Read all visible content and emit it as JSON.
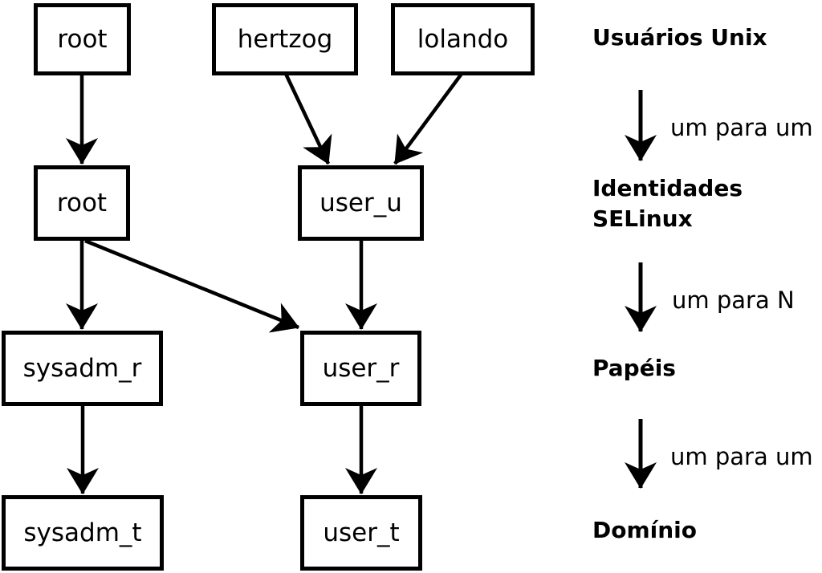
{
  "diagram": {
    "description": "SELinux identity mapping diagram",
    "colors": {
      "line": "#000000",
      "box_fill": "#ffffff",
      "background": "#ffffff",
      "text": "#000000"
    },
    "nodes": [
      {
        "id": "root-unix",
        "label": "root"
      },
      {
        "id": "hertzog",
        "label": "hertzog"
      },
      {
        "id": "lolando",
        "label": "lolando"
      },
      {
        "id": "root-selinux",
        "label": "root"
      },
      {
        "id": "user_u",
        "label": "user_u"
      },
      {
        "id": "sysadm_r",
        "label": "sysadm_r"
      },
      {
        "id": "user_r",
        "label": "user_r"
      },
      {
        "id": "sysadm_t",
        "label": "sysadm_t"
      },
      {
        "id": "user_t",
        "label": "user_t"
      }
    ],
    "edges": [
      {
        "from": "root-unix",
        "to": "root-selinux"
      },
      {
        "from": "hertzog",
        "to": "user_u"
      },
      {
        "from": "lolando",
        "to": "user_u"
      },
      {
        "from": "root-selinux",
        "to": "sysadm_r"
      },
      {
        "from": "root-selinux",
        "to": "user_r"
      },
      {
        "from": "user_u",
        "to": "user_r"
      },
      {
        "from": "sysadm_r",
        "to": "sysadm_t"
      },
      {
        "from": "user_r",
        "to": "user_t"
      }
    ],
    "levels": [
      {
        "id": "usuarios-unix",
        "label": "Usuários Unix"
      },
      {
        "id": "identidades-selinux",
        "label": "Identidades SELinux"
      },
      {
        "id": "papeis",
        "label": "Papéis"
      },
      {
        "id": "dominio",
        "label": "Domínio"
      }
    ],
    "mappings": [
      {
        "between": [
          "usuarios-unix",
          "identidades-selinux"
        ],
        "label": "um para um"
      },
      {
        "between": [
          "identidades-selinux",
          "papeis"
        ],
        "label": "um para N"
      },
      {
        "between": [
          "papeis",
          "dominio"
        ],
        "label": "um para um"
      }
    ]
  }
}
